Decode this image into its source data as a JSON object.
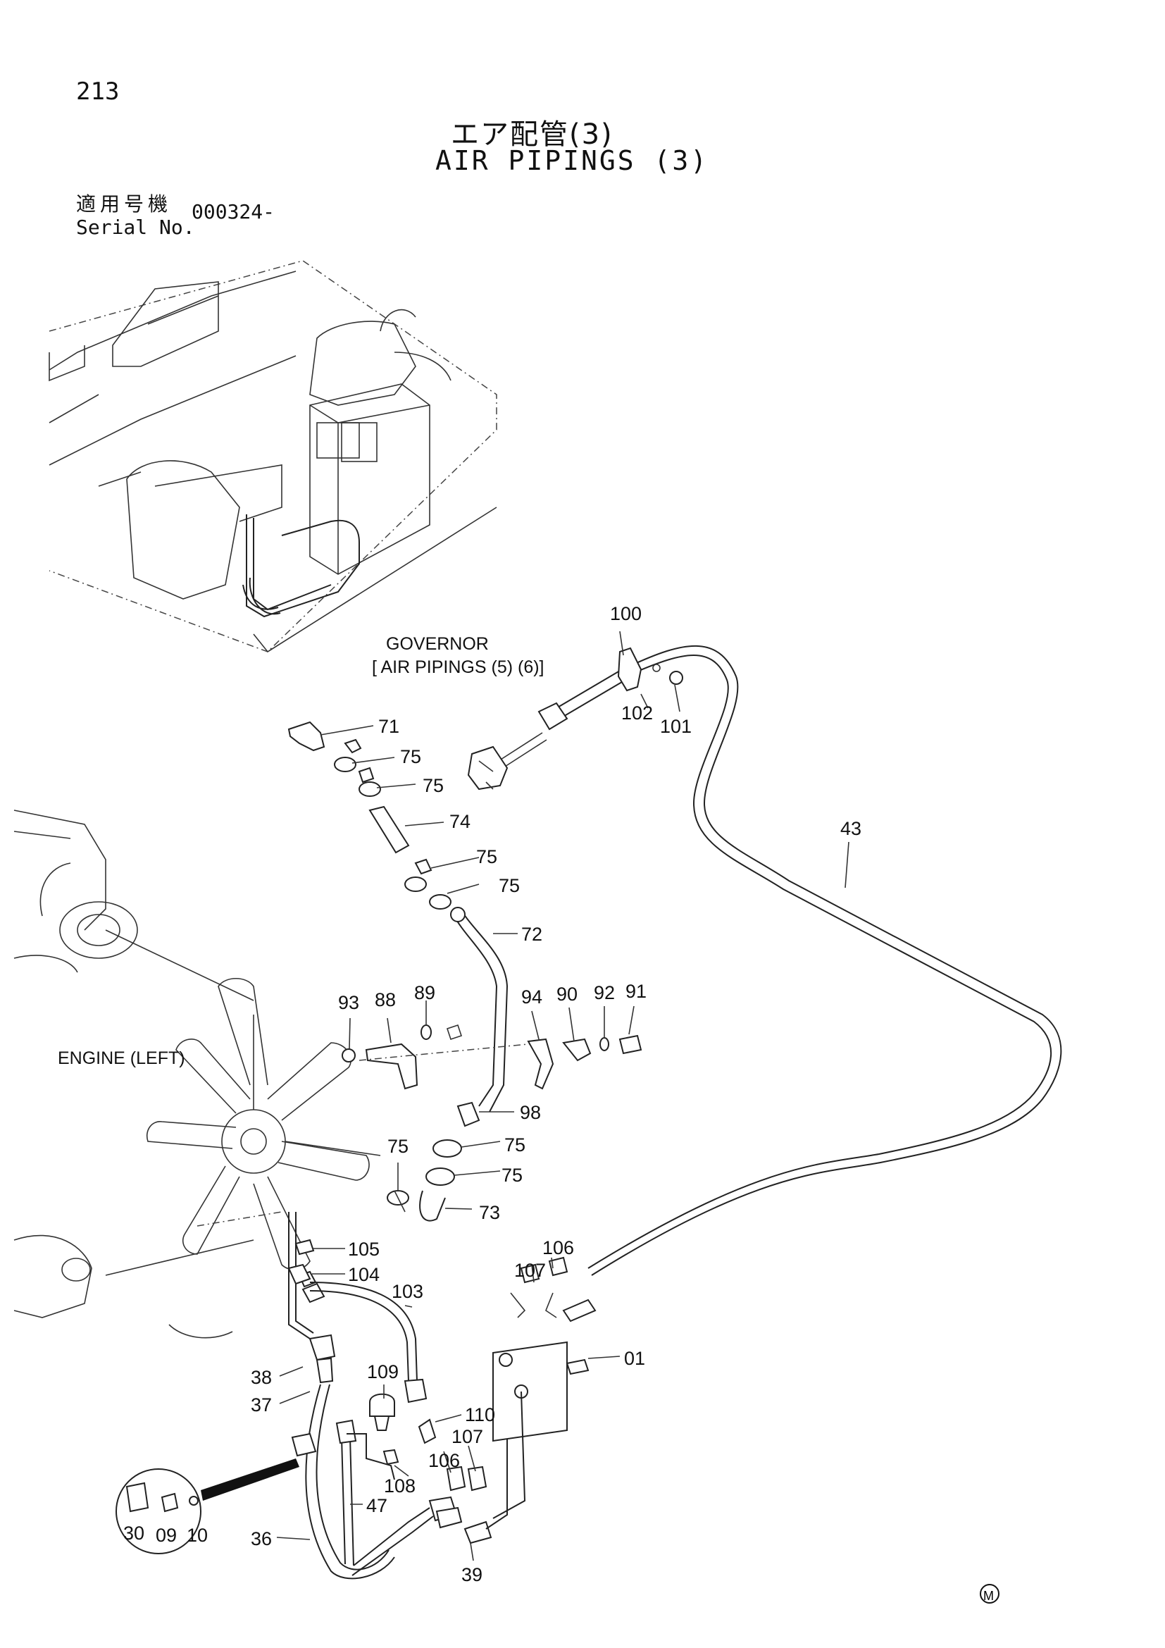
{
  "page": {
    "number": "213",
    "title_ja": "エア配管(3)",
    "title_en": "AIR PIPINGS (3)",
    "serial_label_ja": "適用号機",
    "serial_label_en": "Serial No.",
    "serial_value": "000324-"
  },
  "notes": {
    "governor": "GOVERNOR",
    "governor_ref": "[ AIR PIPINGS (5) (6)]",
    "engine": "ENGINE (LEFT)",
    "maker_mark": "M"
  },
  "callouts": {
    "c100": "100",
    "c102": "102",
    "c101": "101",
    "c43": "43",
    "c71": "71",
    "c75a": "75",
    "c75b": "75",
    "c74": "74",
    "c75c": "75",
    "c75d": "75",
    "c72": "72",
    "c93": "93",
    "c88": "88",
    "c89": "89",
    "c94": "94",
    "c90": "90",
    "c92": "92",
    "c91": "91",
    "c98": "98",
    "c75e": "75",
    "c75f": "75",
    "c75g": "75",
    "c73": "73",
    "c105": "105",
    "c104": "104",
    "c103": "103",
    "c107a": "107",
    "c106a": "106",
    "c01": "01",
    "c38": "38",
    "c37": "37",
    "c109": "109",
    "c110": "110",
    "c107b": "107",
    "c106b": "106",
    "c108": "108",
    "c47": "47",
    "c36": "36",
    "c39": "39",
    "c30": "30",
    "c09": "09",
    "c10": "10"
  }
}
